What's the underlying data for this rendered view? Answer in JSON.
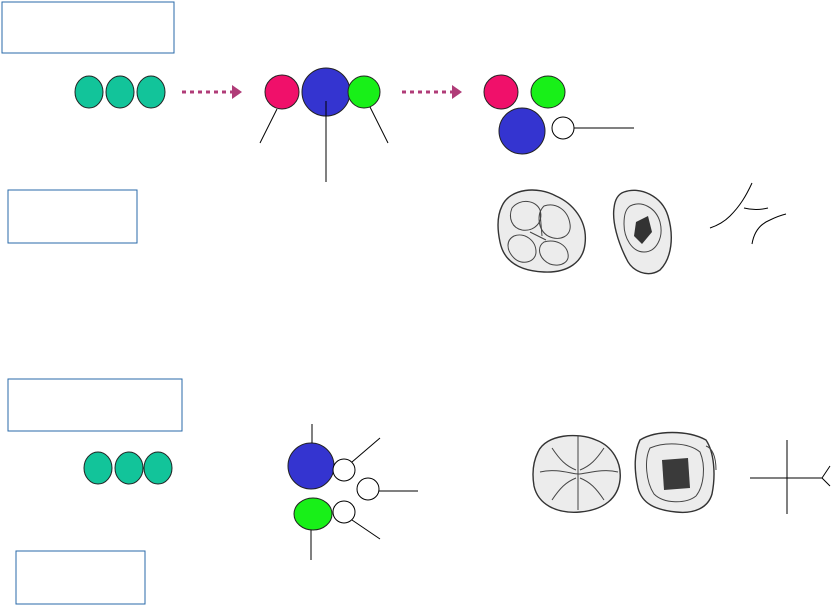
{
  "colors": {
    "teal": "#12c49a",
    "magenta": "#f0106a",
    "blue": "#3434d0",
    "green": "#18f018",
    "arrow": "#b03c78",
    "box_border": "#2a6aa8"
  },
  "label_boxes": [
    {
      "name": "top-label-box",
      "text": ""
    },
    {
      "name": "upper-middle-label-box",
      "text": ""
    },
    {
      "name": "lower-label-box",
      "text": ""
    },
    {
      "name": "bottom-label-box",
      "text": ""
    }
  ],
  "rows": [
    {
      "name": "upper-row",
      "stages": [
        "three-cusp-cluster",
        "four-cusp-line",
        "four-cusp-triangle-with-small-cusp"
      ],
      "arrows": 2,
      "tooth_images": [
        "crown-occlusal-view",
        "worn-crown-view",
        "cusp-pattern-sketch"
      ]
    },
    {
      "name": "lower-row",
      "stages": [
        "three-cusp-cluster",
        "two-cusp-column-with-small-cusps"
      ],
      "arrows": 0,
      "tooth_images": [
        "bilophodont-crown-view",
        "worn-crown-view",
        "cross-pattern-sketch"
      ]
    }
  ],
  "icons": [
    "circle-icon",
    "dotted-arrow-icon",
    "tooth-illustration-icon"
  ]
}
